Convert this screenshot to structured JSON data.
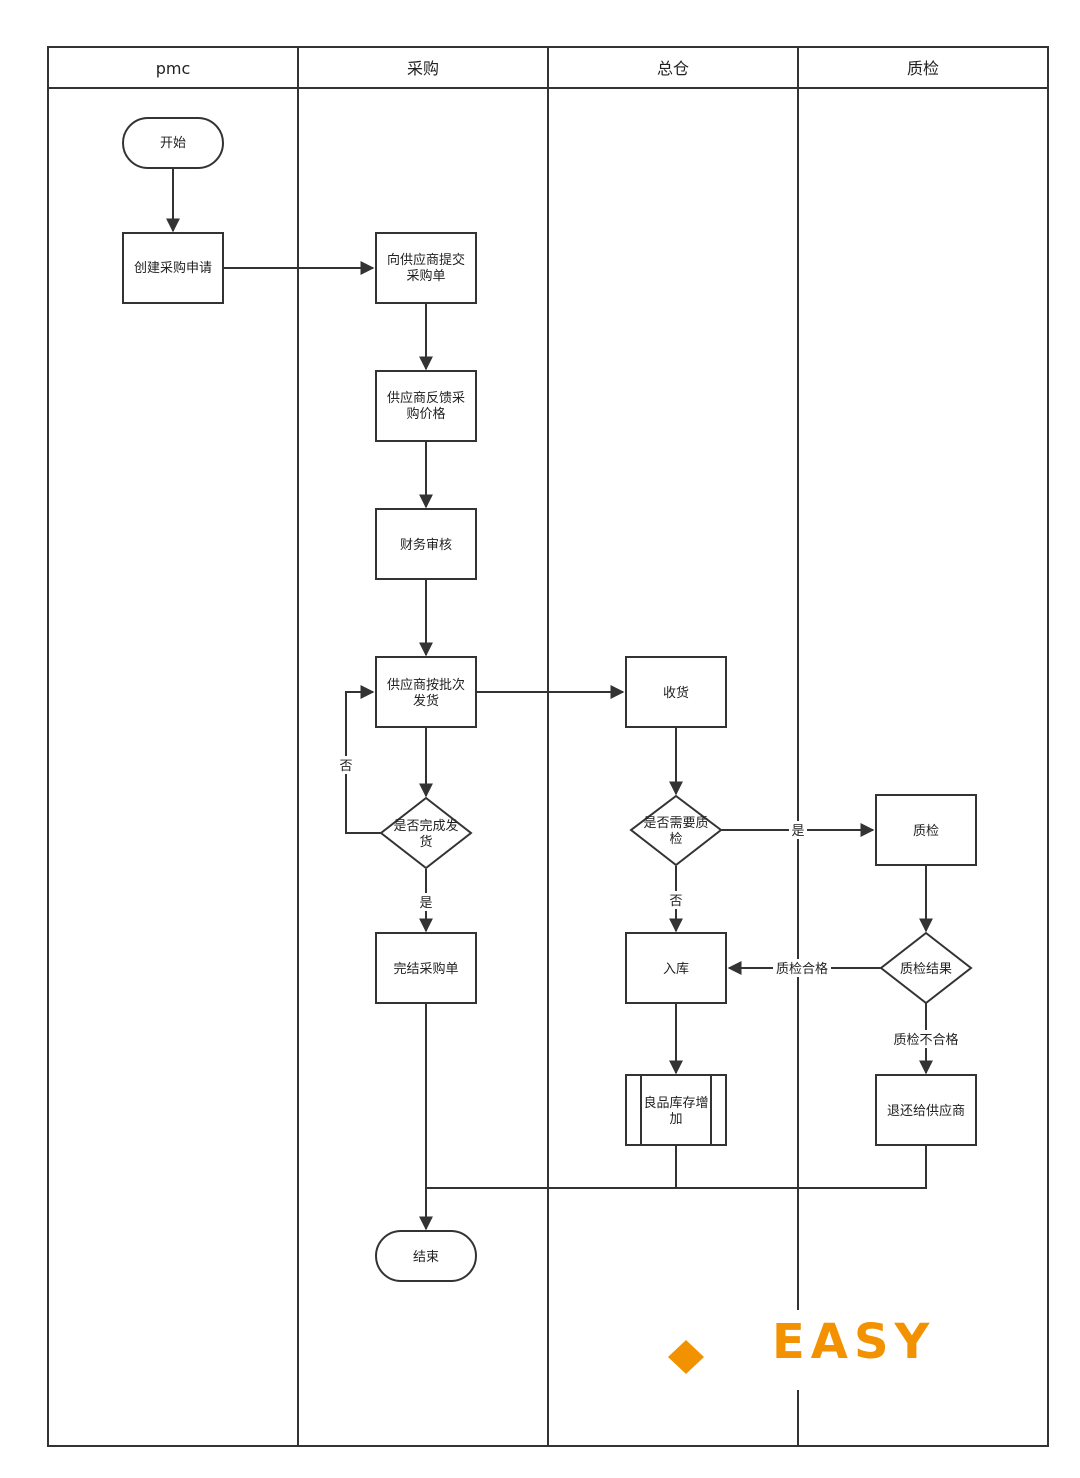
{
  "lanes": [
    "pmc",
    "采购",
    "总仓",
    "质检"
  ],
  "nodes": {
    "start": [
      "开始"
    ],
    "create_request": [
      "创建采购申请"
    ],
    "submit_po": [
      "向供应商提交",
      "采购单"
    ],
    "feedback_price": [
      "供应商反馈采",
      "购价格"
    ],
    "finance_review": [
      "财务审核"
    ],
    "batch_ship": [
      "供应商按批次",
      "发货"
    ],
    "ship_done": [
      "是否完成发",
      "货"
    ],
    "close_po": [
      "完结采购单"
    ],
    "end": [
      "结束"
    ],
    "receive": [
      "收货"
    ],
    "need_qc": [
      "是否需要质",
      "检"
    ],
    "stock_in": [
      "入库"
    ],
    "good_stock": [
      "良品库存增",
      "加"
    ],
    "qc": [
      "质检"
    ],
    "qc_result": [
      "质检结果"
    ],
    "return_supplier": [
      "退还给供应商"
    ]
  },
  "edge_labels": {
    "not_done": "否",
    "done": "是",
    "need_yes": "是",
    "need_no": "否",
    "qc_pass": "质检合格",
    "qc_fail": "质检不合格"
  },
  "watermark": {
    "text": "EASY",
    "color": "#f39200"
  },
  "colors": {
    "stroke": "#333333",
    "background": "#ffffff"
  }
}
